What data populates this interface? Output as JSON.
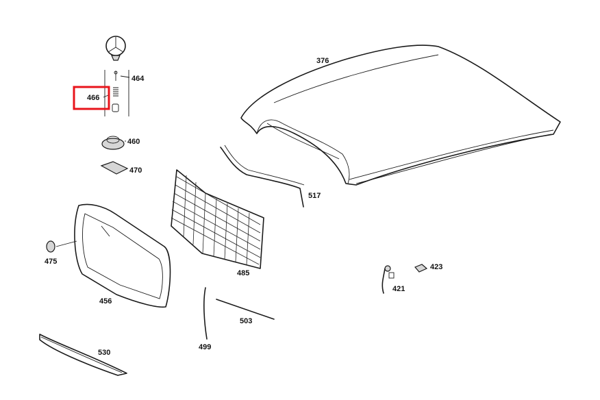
{
  "highlight": {
    "part": "466",
    "color": "#e8141b"
  },
  "parts": [
    {
      "id": "p376",
      "label": "376"
    },
    {
      "id": "p464",
      "label": "464"
    },
    {
      "id": "p466",
      "label": "466"
    },
    {
      "id": "p460",
      "label": "460"
    },
    {
      "id": "p470",
      "label": "470"
    },
    {
      "id": "p517",
      "label": "517"
    },
    {
      "id": "p475",
      "label": "475"
    },
    {
      "id": "p485",
      "label": "485"
    },
    {
      "id": "p423",
      "label": "423"
    },
    {
      "id": "p421",
      "label": "421"
    },
    {
      "id": "p456",
      "label": "456"
    },
    {
      "id": "p503",
      "label": "503"
    },
    {
      "id": "p499",
      "label": "499"
    },
    {
      "id": "p530",
      "label": "530"
    }
  ]
}
